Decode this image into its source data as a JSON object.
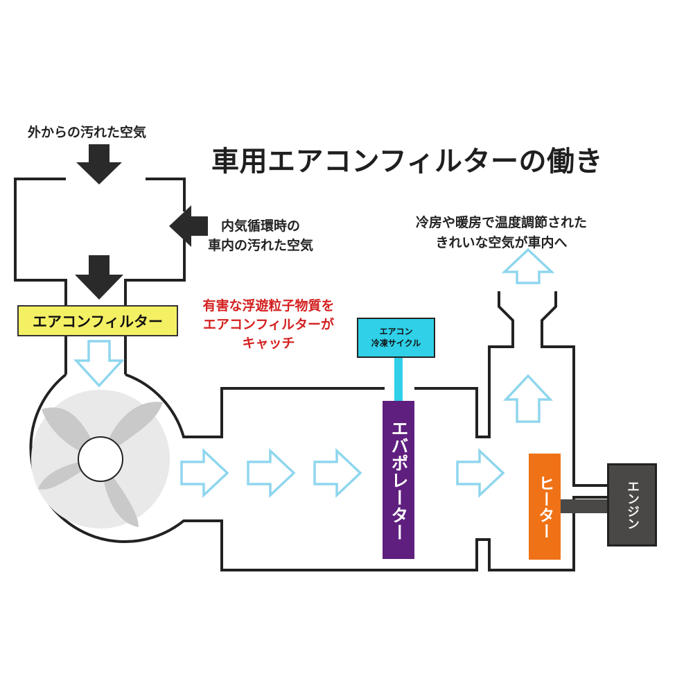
{
  "title": "車用エアコンフィルターの働き",
  "labels": {
    "outside_air": "外からの汚れた空気",
    "inside_air_line1": "内気循環時の",
    "inside_air_line2": "車内の汚れた空気",
    "caught_line1": "有害な浮遊粒子物質を",
    "caught_line2": "エアコンフィルターが",
    "caught_line3": "キャッチ",
    "clean_air_line1": "冷房や暖房で温度調節された",
    "clean_air_line2": "きれいな空気が車内へ"
  },
  "components": {
    "filter": "エアコンフィルター",
    "cycle_line1": "エアコン",
    "cycle_line2": "冷凍サイクル",
    "evaporator": "エバポレーター",
    "heater": "ヒーター",
    "engine": "エンジン"
  },
  "colors": {
    "filter": "#f4f064",
    "cycle": "#2fd0e8",
    "evaporator": "#5f1f7e",
    "heater": "#ef7216",
    "engine": "#4a4846",
    "flow_arrow": "#8fd6ee",
    "dirty_arrow": "#2a2a2a",
    "warning_text": "#d42020"
  }
}
